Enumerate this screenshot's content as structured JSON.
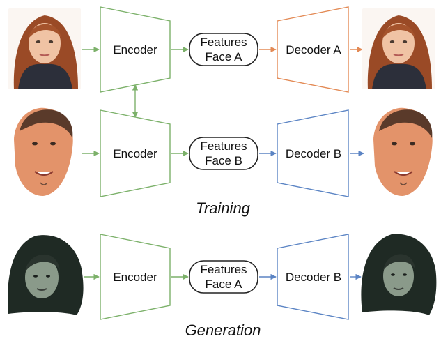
{
  "colors": {
    "encoder": "#7cb16a",
    "decoder_a": "#e38a55",
    "decoder_b": "#5b84c4",
    "outline": "#222222"
  },
  "rows": [
    {
      "encoder_label": "Encoder",
      "features_line1": "Features",
      "features_line2": "Face A",
      "decoder_label": "Decoder A",
      "input_image": "photo of woman with red hair (Face A)",
      "output_image": "reconstructed photo of woman with red hair"
    },
    {
      "encoder_label": "Encoder",
      "features_line1": "Features",
      "features_line2": "Face B",
      "decoder_label": "Decoder B",
      "input_image": "cutout photo of man's face (Face B)",
      "output_image": "reconstructed cutout of man's face"
    },
    {
      "encoder_label": "Encoder",
      "features_line1": "Features",
      "features_line2": "Face A",
      "decoder_label": "Decoder B",
      "input_image": "cutout of woman's face in dark scene",
      "output_image": "swapped face output in dark scene"
    }
  ],
  "captions": {
    "training": "Training",
    "generation": "Generation"
  },
  "icons": {
    "shared_weights_arrow": "double-arrow-icon"
  }
}
